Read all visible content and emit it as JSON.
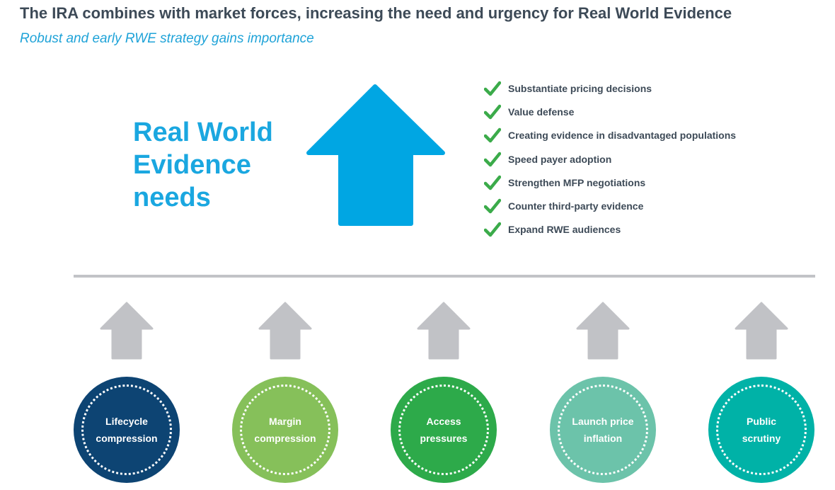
{
  "header": {
    "title": "The IRA combines with market forces, increasing the need and urgency for Real World Evidence",
    "subtitle": "Robust and early RWE strategy gains importance"
  },
  "rwe": {
    "label_lines": [
      "Real World",
      "Evidence",
      "needs"
    ],
    "arrow_color": "#00a6e3",
    "arrow_icon": "up-arrow-icon"
  },
  "checklist": {
    "icon": "checkmark-icon",
    "check_color": "#3bab4a",
    "items": [
      "Substantiate pricing decisions",
      "Value defense",
      "Creating evidence in disadvantaged populations",
      "Speed payer adoption",
      "Strengthen MFP negotiations",
      "Counter third-party evidence",
      "Expand RWE audiences"
    ]
  },
  "drivers": {
    "arrow_color": "#c1c2c6",
    "items": [
      {
        "lines": [
          "Lifecycle",
          "compression"
        ],
        "color": "#0d4473"
      },
      {
        "lines": [
          "Margin",
          "compression"
        ],
        "color": "#86c05a"
      },
      {
        "lines": [
          "Access",
          "pressures"
        ],
        "color": "#2daa4a"
      },
      {
        "lines": [
          "Launch price",
          "inflation"
        ],
        "color": "#6cc3aa"
      },
      {
        "lines": [
          "Public",
          "scrutiny"
        ],
        "color": "#00b2a7"
      }
    ]
  }
}
